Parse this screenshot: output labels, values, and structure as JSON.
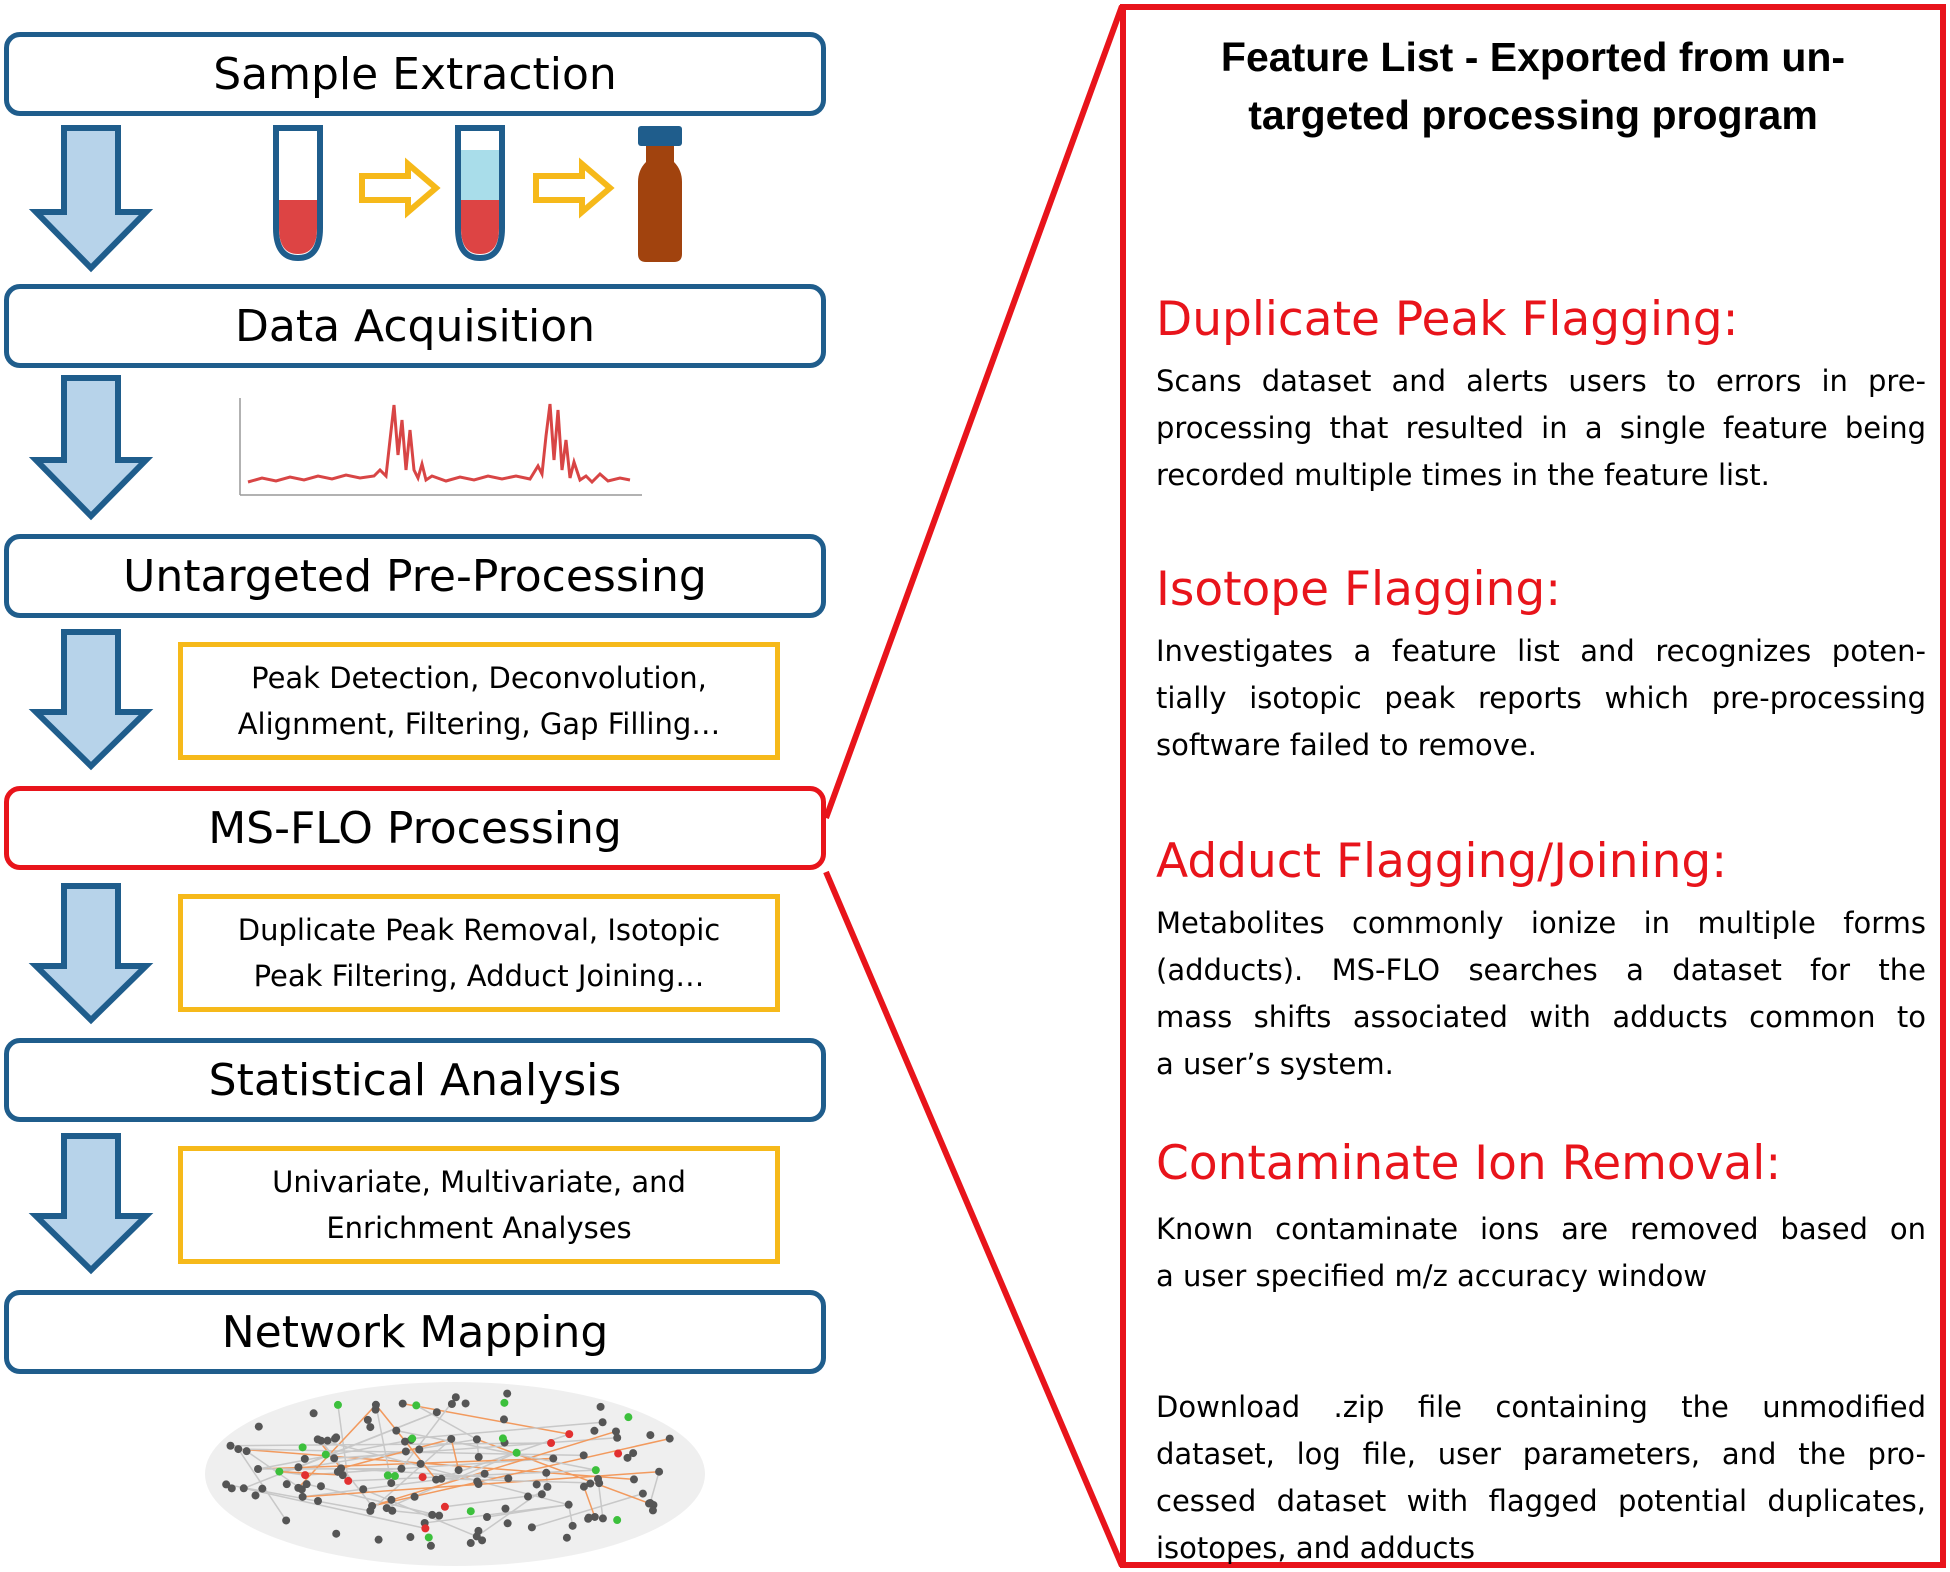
{
  "stages": [
    {
      "label": "Sample Extraction"
    },
    {
      "label": "Data Acquisition"
    },
    {
      "label": "Untargeted Pre-Processing"
    },
    {
      "label": "MS-FLO Processing"
    },
    {
      "label": "Statistical Analysis"
    },
    {
      "label": "Network Mapping"
    }
  ],
  "substeps": [
    {
      "lines": [
        "Peak Detection, Deconvolution,",
        "Alignment, Filtering, Gap Filling…"
      ]
    },
    {
      "lines": [
        "Duplicate Peak Removal, Isotopic",
        "Peak Filtering, Adduct Joining…"
      ]
    },
    {
      "lines": [
        "Univariate, Multivariate, and",
        "Enrichment Analyses"
      ]
    }
  ],
  "panel": {
    "title_lines": [
      "Feature List - Exported from un-",
      "targeted processing program"
    ],
    "steps": [
      {
        "heading": "Duplicate Peak Flagging:",
        "lines": [
          "Scans dataset and alerts users to errors in pre-",
          "processing that resulted in a single feature being",
          "recorded multiple times in the feature list."
        ]
      },
      {
        "heading": "Isotope Flagging:",
        "lines": [
          "Investigates a feature list and recognizes poten-",
          "tially isotopic peak reports which pre-processing",
          "software failed to remove."
        ]
      },
      {
        "heading": "Adduct Flagging/Joining:",
        "lines": [
          "Metabolites commonly ionize in multiple forms",
          "(adducts).  MS-FLO searches a dataset for the",
          "mass shifts associated with adducts common to",
          "a user’s system."
        ]
      },
      {
        "heading": "Contaminate Ion Removal:",
        "lines": [
          "Known contaminate ions are removed based on",
          "a user specified m/z accuracy window"
        ]
      }
    ],
    "final_lines": [
      "Download .zip file containing the unmodified",
      "dataset, log file, user parameters, and the pro-",
      "cessed dataset with flagged potential duplicates,",
      "isotopes, and adducts"
    ]
  },
  "colors": {
    "stage_border": "#1F5D8C",
    "active_border": "#E8141B",
    "substep_border": "#F6B91A",
    "arrow_fill": "#B7D3EA",
    "arrow_stroke": "#1F5D8C",
    "heading_red": "#E8141B"
  }
}
